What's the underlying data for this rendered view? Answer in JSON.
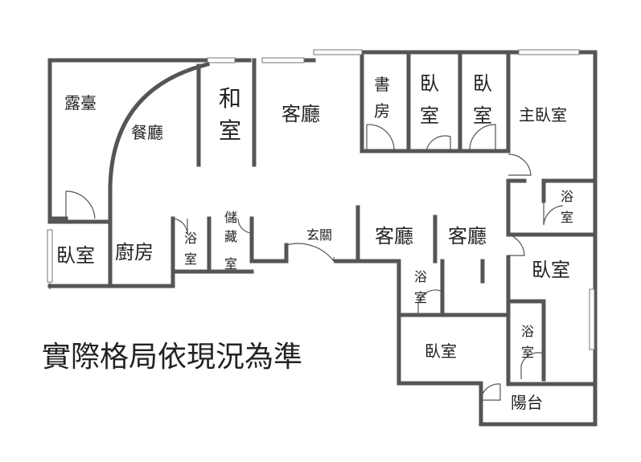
{
  "rooms": {
    "balcony_top": "露臺",
    "dining": "餐廳",
    "japanese_room": [
      "和",
      "室"
    ],
    "living_room": "客廳",
    "study": [
      "書",
      "房"
    ],
    "bedroom_a": [
      "臥",
      "室"
    ],
    "bedroom_b": [
      "臥",
      "室"
    ],
    "master_bedroom": "主臥室",
    "bath_master": [
      "浴",
      "室"
    ],
    "bedroom_left": "臥室",
    "kitchen": "廚房",
    "bath_small": [
      "浴",
      "室"
    ],
    "storage": [
      "儲",
      "藏",
      "室"
    ],
    "entrance": "玄關",
    "living_center": "客廳",
    "living_right": "客廳",
    "bedroom_right": "臥室",
    "bath_lower": [
      "浴",
      "室"
    ],
    "bath_right": [
      "浴",
      "室"
    ],
    "bedroom_bottom": "臥室",
    "balcony_bottom": "陽台"
  },
  "note": "實際格局依現況為準",
  "colors": {
    "wall": "#555555",
    "text": "#222222",
    "background": "#ffffff"
  }
}
